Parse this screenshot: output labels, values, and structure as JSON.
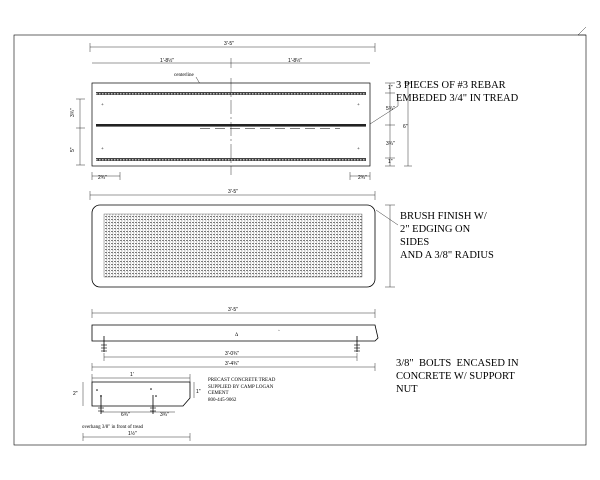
{
  "notes": {
    "rebar": "3 PIECES OF #3 REBAR\nEMBEDED 3/4\" IN TREAD",
    "brush": "BRUSH FINISH W/\n2\" EDGING ON\nSIDES\nAND A 3/8\" RADIUS",
    "bolts": "3/8\"  BOLTS  ENCASED IN\nCONCRETE W/ SUPPORT\nNUT",
    "precast": "PRECAST CONCRETE TREAD\nSUPPLIED BY CAMP LOGAN\nCEMENT\n800-445-9062"
  },
  "dimensions": {
    "overall": "3'-5\"",
    "half_left": "1'-8½\"",
    "half_right": "1'-8½\"",
    "centerline": "centerline",
    "left_edge": "2¾\"",
    "right_edge": "2¾\"",
    "depth_a": "3¾\"",
    "depth_b": "5\"",
    "right_top": "1\"",
    "right_mid_a": "5¾\"",
    "right_mid_b": "3¾\"",
    "right_bottom": "1\"",
    "right_c": "6\"",
    "brush_overall": "3'-5\"",
    "side_overall": "3'-5\"",
    "bolt_span": "3'-0¾\"",
    "bolt_span_b": "3'-4¾\"",
    "section_width": "1'",
    "section_a": "6¾\"",
    "section_b": "3¾\"",
    "section_c": "1\"",
    "section_d": "2\"",
    "section_total": "1½\"",
    "nosing": "overhang 3/8\" in front of tread"
  }
}
